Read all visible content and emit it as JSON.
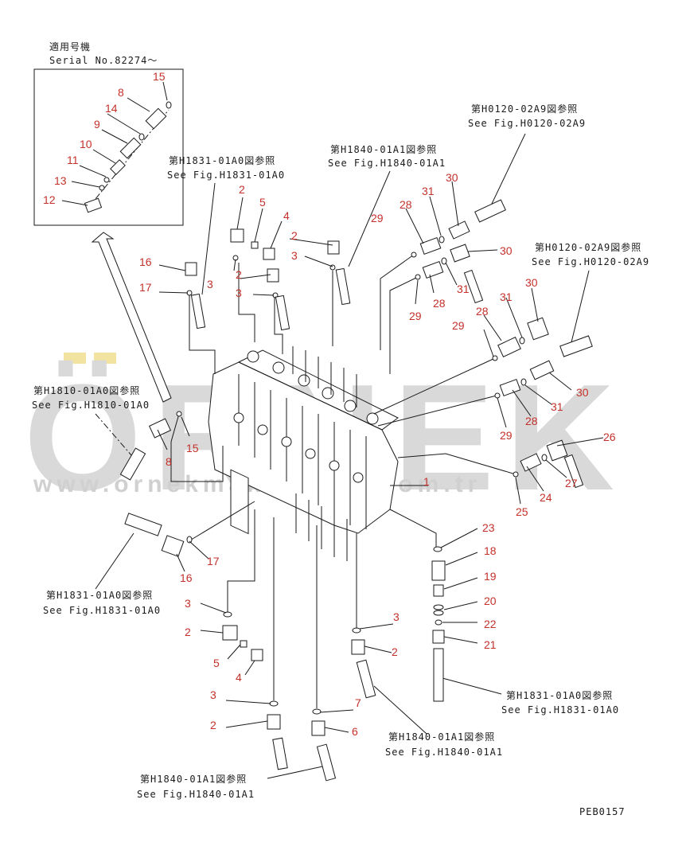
{
  "inset": {
    "title_jp": "適用号機",
    "serial": "Serial No.82274〜"
  },
  "refs": {
    "h1831_jp": "第H1831-01A0図参照",
    "h1831_en": "See Fig.H1831-01A0",
    "h1840_jp": "第H1840-01A1図参照",
    "h1840_en": "See Fig.H1840-01A1",
    "h0120_jp": "第H0120-02A9図参照",
    "h0120_en": "See Fig.H0120-02A9",
    "h1810_jp": "第H1810-01A0図参照",
    "h1810_en": "See Fig.H1810-01A0"
  },
  "watermark": {
    "brand": "ÖRNEK",
    "url": "www.ornekmakinalari.com.tr"
  },
  "drawing_code": "PEB0157",
  "part_numbers": [
    "1",
    "2",
    "3",
    "4",
    "5",
    "6",
    "7",
    "8",
    "9",
    "10",
    "11",
    "12",
    "13",
    "14",
    "15",
    "16",
    "17",
    "18",
    "19",
    "20",
    "21",
    "22",
    "23",
    "24",
    "25",
    "26",
    "27",
    "28",
    "29",
    "30",
    "31"
  ]
}
